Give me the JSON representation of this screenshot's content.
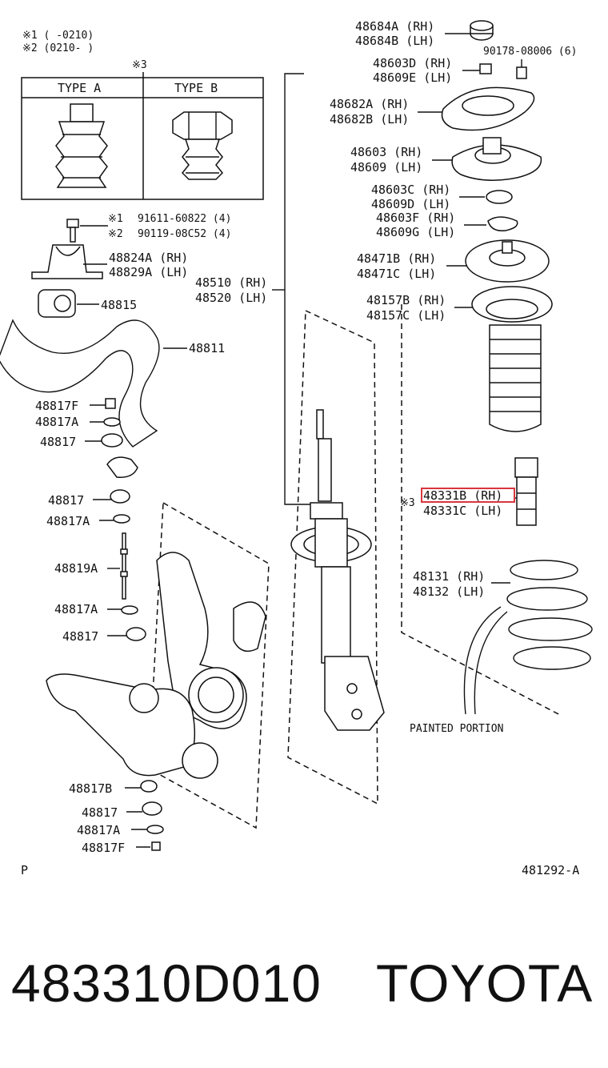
{
  "notes": {
    "note1": "※1 (     -0210)",
    "note2": "※2 (0210-     )",
    "table_ref": "※3",
    "type_a": "TYPE A",
    "type_b": "TYPE B"
  },
  "left": {
    "bolt1": "91611-60822 (4)",
    "bolt2": "90119-08C52 (4)",
    "mark1": "※1",
    "mark2": "※2",
    "bracket_rh": "48824A (RH)",
    "bracket_lh": "48829A (LH)",
    "bushing": "48815",
    "stabilizer": "48811",
    "c1": "48817F",
    "c2": "48817A",
    "c3": "48817",
    "c4": "48817",
    "c5": "48817A",
    "link": "48819A",
    "c6": "48817A",
    "c7": "48817",
    "c8": "48817B",
    "c9": "48817",
    "c10": "48817A",
    "c11": "48817F",
    "strut_rh": "48510 (RH)",
    "strut_lh": "48520 (LH)"
  },
  "right": {
    "cap_rh": "48684A (RH)",
    "cap_lh": "48684B (LH)",
    "nut": "90178-08006 (6)",
    "nutb_rh": "48603D (RH)",
    "nutb_lh": "48609E (LH)",
    "plate_rh": "48682A (RH)",
    "plate_lh": "48682B (LH)",
    "mount_rh": "48603 (RH)",
    "mount_lh": "48609 (LH)",
    "washer_rh": "48603C (RH)",
    "washer_lh": "48609D (LH)",
    "retainer_rh": "48603F (RH)",
    "retainer_lh": "48609G (LH)",
    "seat_rh": "48471B (RH)",
    "seat_lh": "48471C (LH)",
    "boot_rh": "48157B (RH)",
    "boot_lh": "48157C (LH)",
    "bump_mark": "※3",
    "bump_rh": "48331B (RH)",
    "bump_lh": "48331C (LH)",
    "spring_rh": "48131 (RH)",
    "spring_lh": "48132 (LH)",
    "painted": "PAINTED PORTION"
  },
  "corner_left": "P",
  "figure_code": "481292-A",
  "footer": {
    "part_number": "483310D010",
    "brand": "TOYOTA"
  },
  "highlight_color": "#d9363e"
}
